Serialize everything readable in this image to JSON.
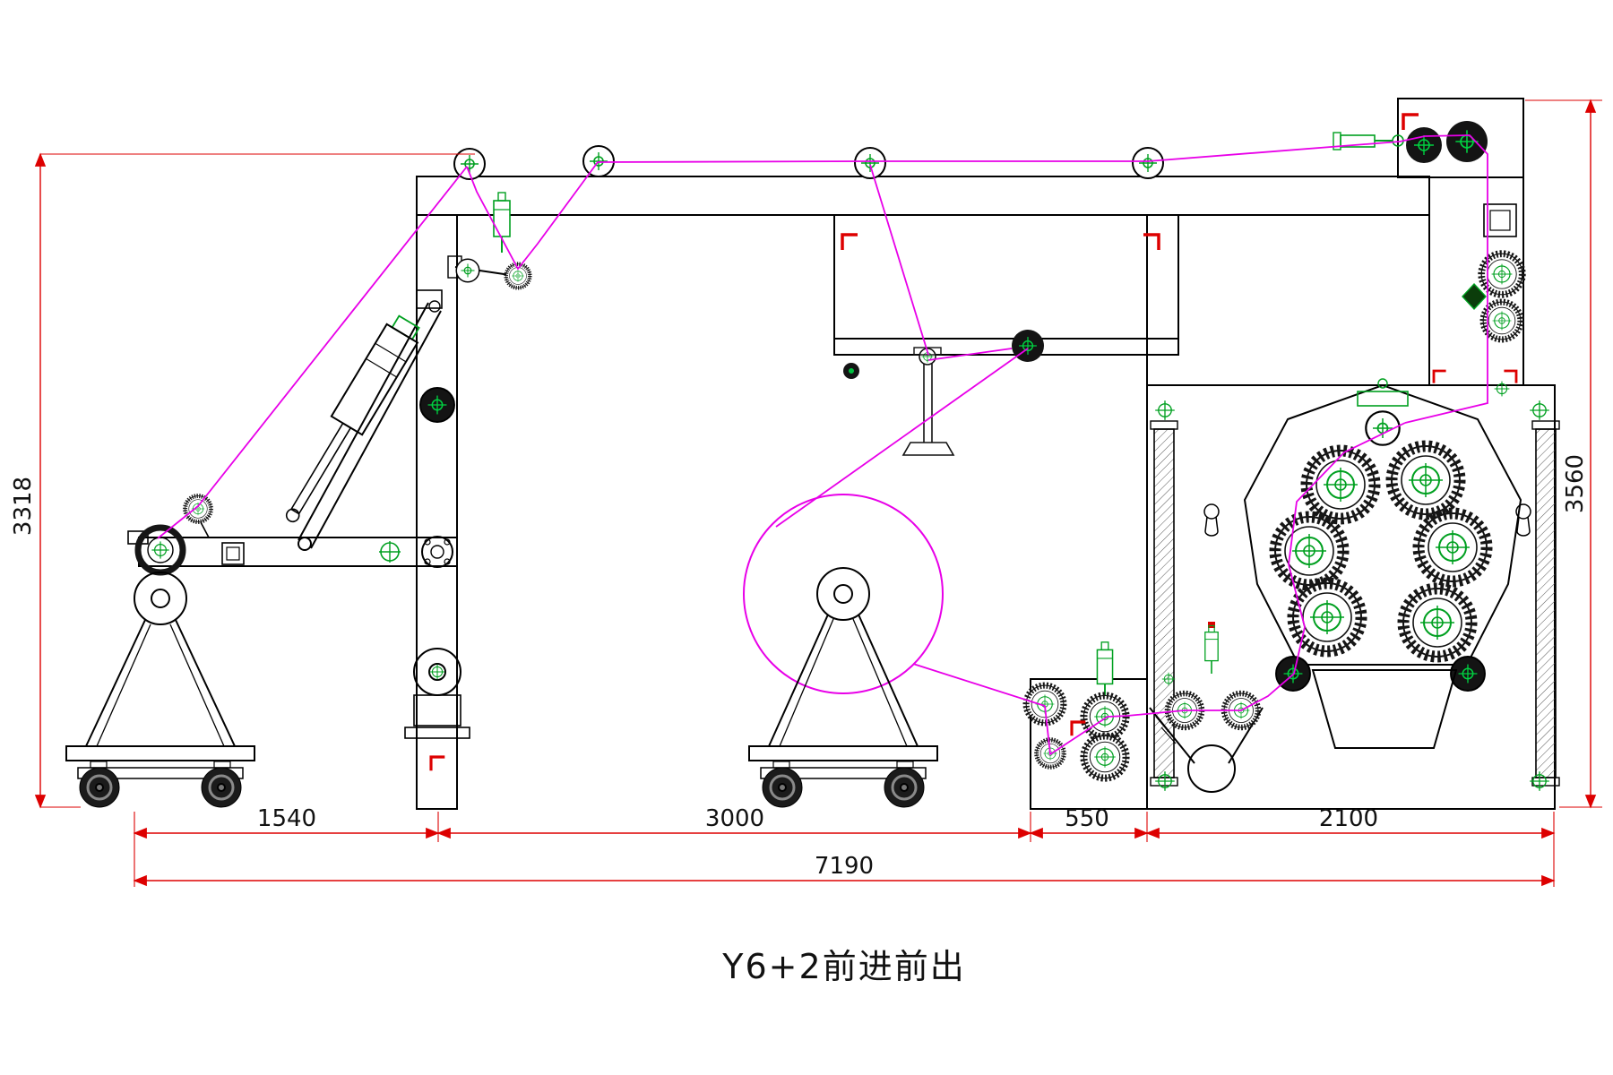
{
  "drawing": {
    "title": "Y6+2前进前出",
    "type": "machine-elevation-cad-drawing",
    "dimensions": {
      "left_height": "3318",
      "right_height": "3560",
      "seg_left": "1540",
      "seg_mid": "3000",
      "seg_infeed": "550",
      "seg_machine": "2100",
      "total": "7190"
    },
    "colors": {
      "structure": "#000000",
      "web_path": "#e800e8",
      "component_green": "#00a020",
      "dimension_red": "#dd0000"
    }
  }
}
